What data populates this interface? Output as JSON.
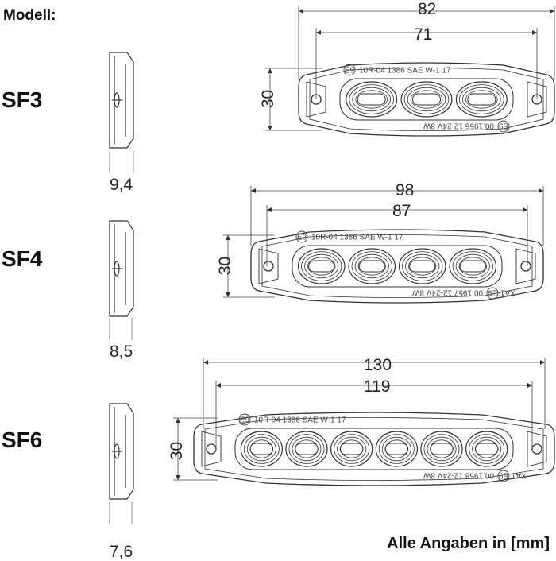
{
  "header": {
    "label": "Modell:"
  },
  "footer": {
    "note": "Alle Angaben in [mm]"
  },
  "models": [
    {
      "name": "SF3",
      "lens_count": 3,
      "depth": "9,4",
      "length_overall": "82",
      "hole_spacing": "71",
      "height": "30",
      "marking_top": "10R-04 1386   SAE W-1 17",
      "marking_bottom": "00.1956 12-24V 8W",
      "marking_bottom_prefix": "",
      "approval_mark": "E9"
    },
    {
      "name": "SF4",
      "lens_count": 4,
      "depth": "8,5",
      "length_overall": "98",
      "hole_spacing": "87",
      "height": "30",
      "marking_top": "10R-04 1386   SAE W-1 17",
      "marking_bottom": "00.1957 12-24V 8W",
      "marking_bottom_prefix": "XA1",
      "approval_mark": "E9"
    },
    {
      "name": "SF6",
      "lens_count": 6,
      "depth": "7,6",
      "length_overall": "130",
      "hole_spacing": "119",
      "height": "30",
      "marking_top": "10R-04 1386   SAE W-1 17",
      "marking_bottom": "00.1958 12-24V 8W",
      "marking_bottom_prefix": "XA1",
      "approval_mark": "E9"
    }
  ]
}
